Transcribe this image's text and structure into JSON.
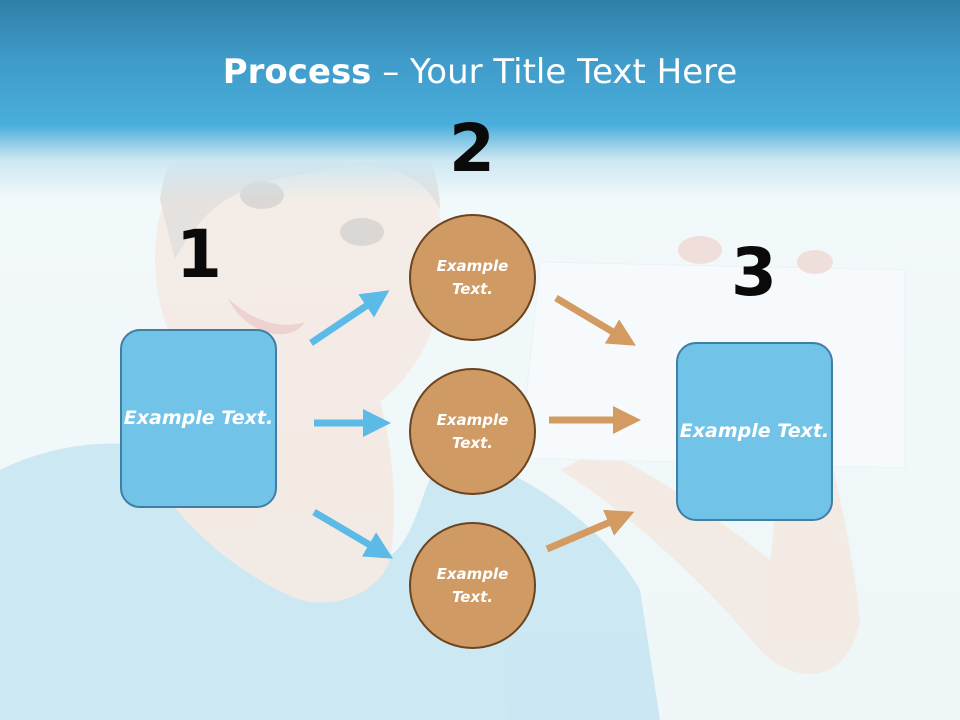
{
  "title": {
    "bold": "Process",
    "rest": " – Your Title Text Here"
  },
  "steps": [
    {
      "number": "1"
    },
    {
      "number": "2"
    },
    {
      "number": "3"
    }
  ],
  "nodes": {
    "left_box": "Example Text.",
    "circle_top": "Example Text.",
    "circle_middle": "Example Text.",
    "circle_bottom": "Example Text.",
    "right_box": "Example Text."
  },
  "colors": {
    "header": "#4aaedb",
    "box_fill": "#71c3e8",
    "box_border": "#3f7fa5",
    "circle_fill": "#cf9a63",
    "circle_border": "#6b4420",
    "blue_arrow": "#5bbbe6",
    "orange_arrow": "#d39a62"
  }
}
